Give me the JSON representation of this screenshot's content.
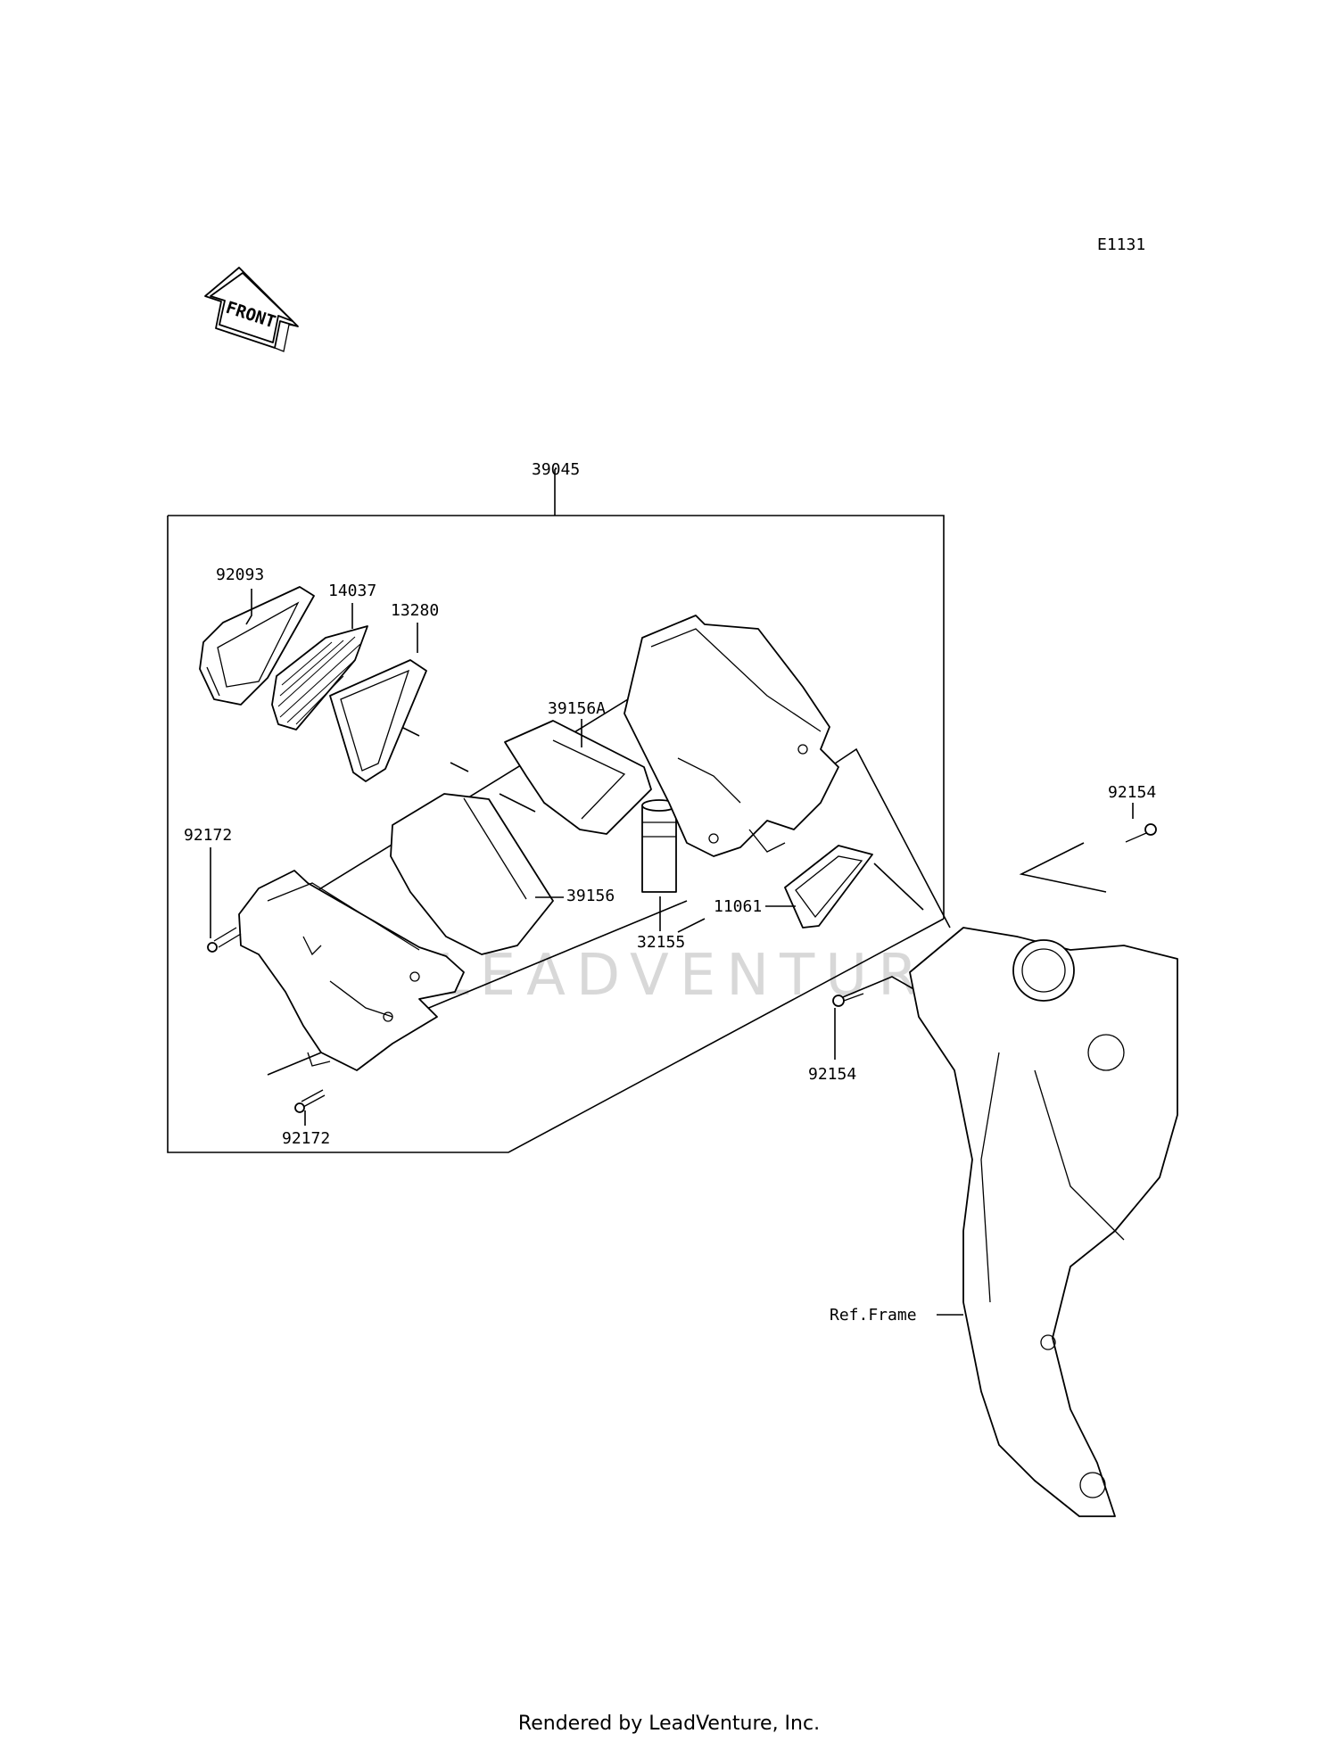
{
  "diagram_id": "E1131",
  "front_label": "FRONT",
  "watermark": "LEADVENTURE",
  "parts": {
    "assembly": "39045",
    "bracket_top": "92093",
    "screen": "14037",
    "seal_front": "13280",
    "pad_upper": "39156A",
    "pad_lower": "39156",
    "collar": "32155",
    "seal_rear": "11061",
    "bolt_upper_right": "92154",
    "bolt_lower_right": "92154",
    "bolt_upper_left": "92172",
    "bolt_lower_left": "92172",
    "frame_ref": "Ref.Frame"
  },
  "footer": "Rendered by LeadVenture, Inc."
}
